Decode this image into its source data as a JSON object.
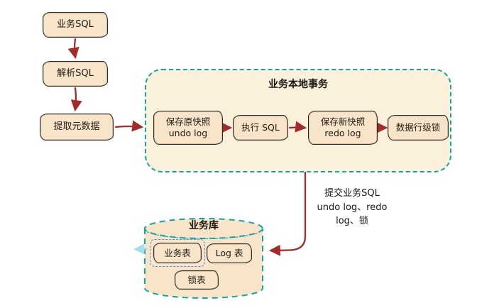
{
  "colors": {
    "canvas-bg": "#ffffff",
    "arrow-red": "#a02c2c",
    "shape-border": "#2e2a26",
    "shape-fill": "#f7e4c9",
    "container-border": "#17a2a8",
    "container-fill": "#faf0dc",
    "selection-blue": "#5b8fd9",
    "hint-arrow-blue": "#9bd8e8"
  },
  "left_flow": {
    "business_sql": "业务SQL",
    "parse_sql": "解析SQL",
    "extract_metadata": "提取元数据"
  },
  "transaction": {
    "title": "业务本地事务",
    "save_undo": "保存原快照\nundo log",
    "execute_sql": "执行 SQL",
    "save_redo": "保存新快照\nredo log",
    "row_lock": "数据行级锁"
  },
  "commit_note": "提交业务SQL\nundo log、redo\nlog、锁",
  "database": {
    "title": "业务库",
    "business_table": "业务表",
    "log_table": "Log 表",
    "lock_table": "锁表"
  }
}
